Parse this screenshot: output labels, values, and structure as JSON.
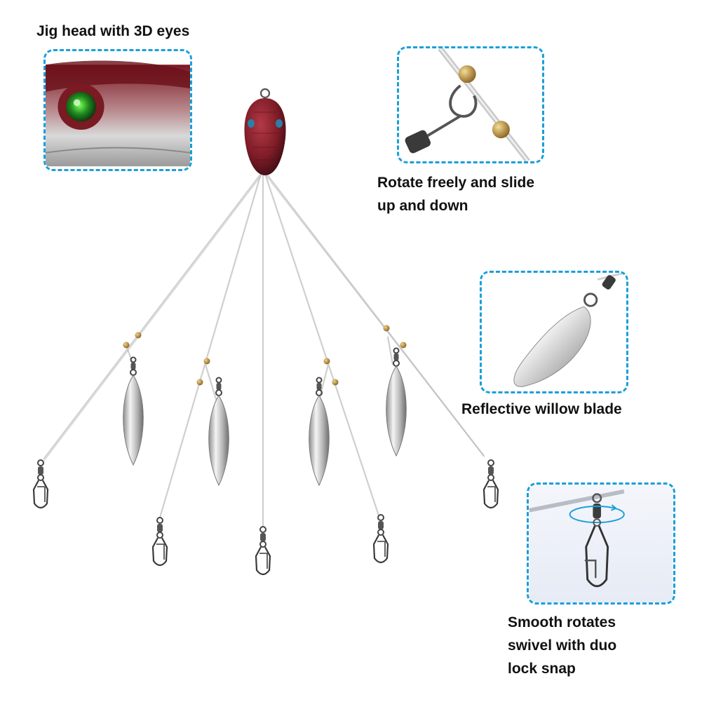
{
  "captions": {
    "jig_head": "Jig head with 3D eyes",
    "rotate": "Rotate freely and slide\nup and down",
    "blade": "Reflective willow blade",
    "swivel": "Smooth rotates\nswivel with duo\nlock snap"
  },
  "colors": {
    "accent_border": "#1a9fd9",
    "jig_head": "#8a1f2a",
    "blade": "#c9c9c9",
    "bead": "#c79a3e",
    "wire": "#cfcfcf"
  },
  "product": {
    "arms": 5,
    "blades": 4,
    "snaps": 5
  }
}
